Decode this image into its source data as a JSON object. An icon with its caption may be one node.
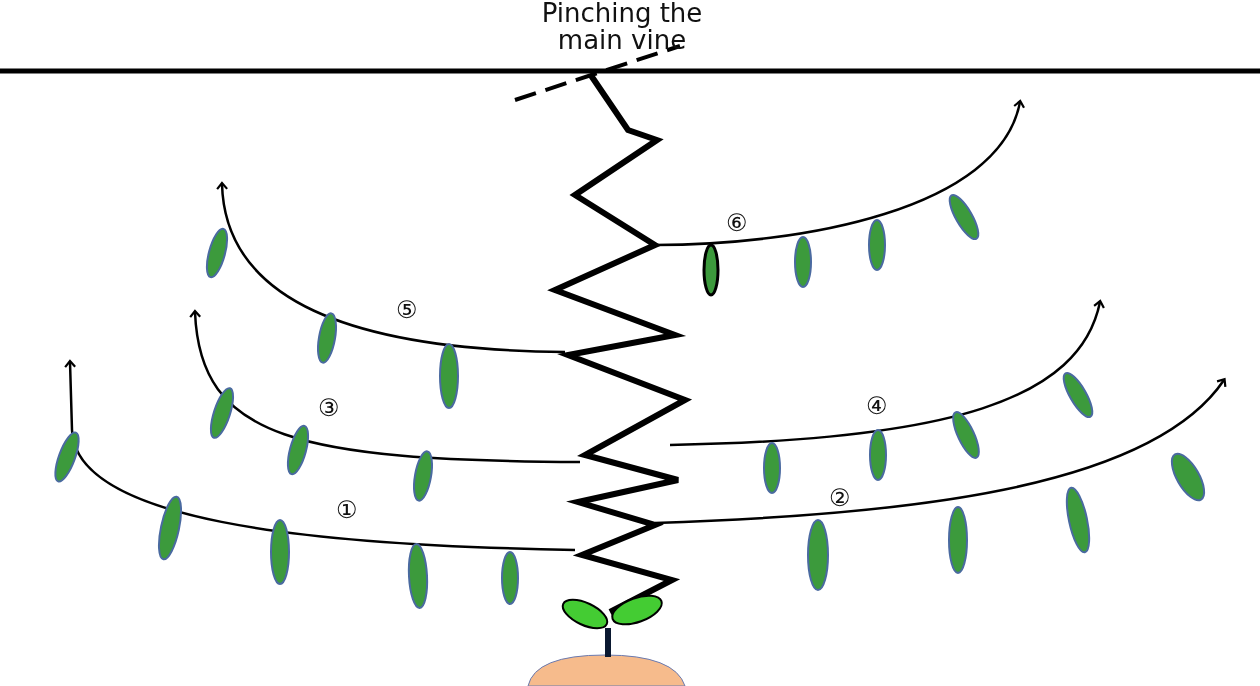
{
  "diagram": {
    "labels": [
      "Pinching the main vine",
      "⑥",
      "⑤",
      "③",
      "④",
      "②",
      "①"
    ]
  }
}
